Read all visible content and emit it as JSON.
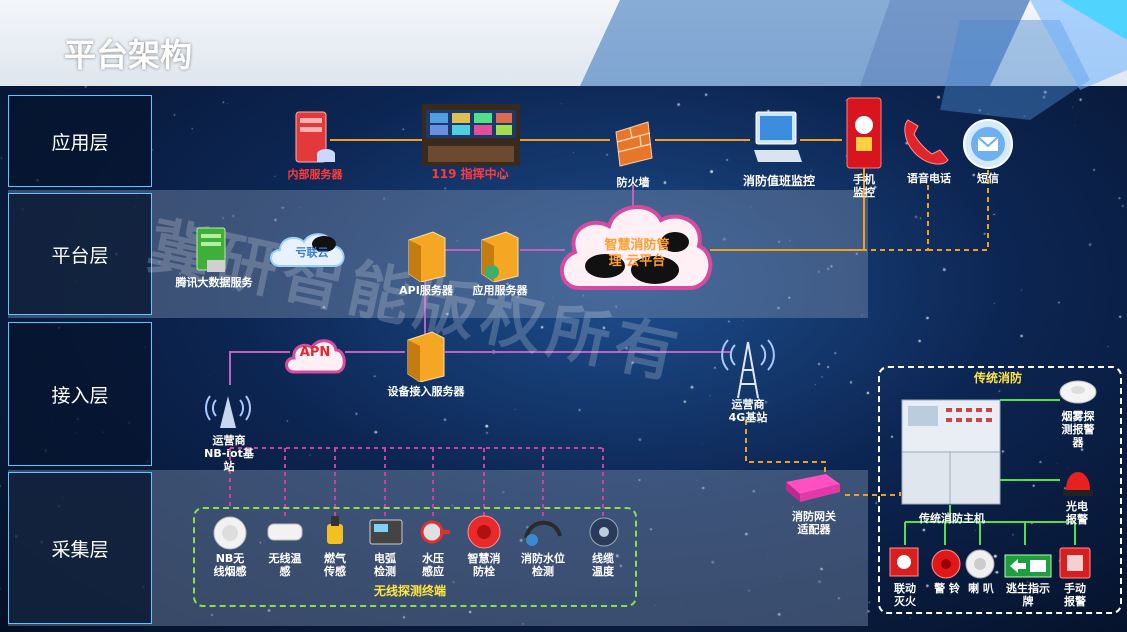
{
  "title": "平台架构",
  "watermark": "冀研智能版权所有",
  "layers": {
    "application": "应用层",
    "platform": "平台层",
    "access": "接入层",
    "collection": "采集层"
  },
  "application": {
    "internal_server": "内部服务器",
    "command_center": "119 指挥中心",
    "firewall": "防火墙",
    "duty_monitor": "消防值班监控",
    "mobile_line1": "手机",
    "mobile_line2": "监控",
    "voice_call": "语音电话",
    "sms": "短信"
  },
  "platform": {
    "tencent_bigdata": "腾讯大数据服务",
    "tencent_cloud": "亏联云",
    "api_server": "API服务器",
    "app_server": "应用服务器",
    "smart_cloud_line1": "智慧消防管",
    "smart_cloud_line2": "理 云平台"
  },
  "access": {
    "apn": "APN",
    "device_access_server": "设备接入服务器",
    "nb_station_line1": "运营商",
    "nb_station_line2": "NB-iot基",
    "nb_station_line3": "站",
    "station_4g_line1": "运营商",
    "station_4g_line2": "4G基站",
    "gateway_line1": "消防网关",
    "gateway_line2": "适配器"
  },
  "collection": {
    "terminals_title": "无线探测终端",
    "sensors": [
      {
        "line1": "NB无",
        "line2": "线烟感"
      },
      {
        "line1": "无线温",
        "line2": "感"
      },
      {
        "line1": "燃气",
        "line2": "传感"
      },
      {
        "line1": "电弧",
        "line2": "检测"
      },
      {
        "line1": "水压",
        "line2": "感应"
      },
      {
        "line1": "智慧消",
        "line2": "防栓"
      },
      {
        "line1": "消防水位",
        "line2": "检测"
      },
      {
        "line1": "线缆",
        "line2": "温度"
      }
    ]
  },
  "traditional": {
    "title": "传统消防",
    "host": "传统消防主机",
    "smoke_line1": "烟雾探",
    "smoke_line2": "测报警",
    "smoke_line3": "器",
    "light_alarm_line1": "光电",
    "light_alarm_line2": "报警",
    "linkage_line1": "联动",
    "linkage_line2": "灭火",
    "bell": "警 铃",
    "horn": "喇 叭",
    "exit_sign_line1": "逃生指示",
    "exit_sign_line2": "牌",
    "manual_alarm_line1": "手动",
    "manual_alarm_line2": "报警"
  }
}
